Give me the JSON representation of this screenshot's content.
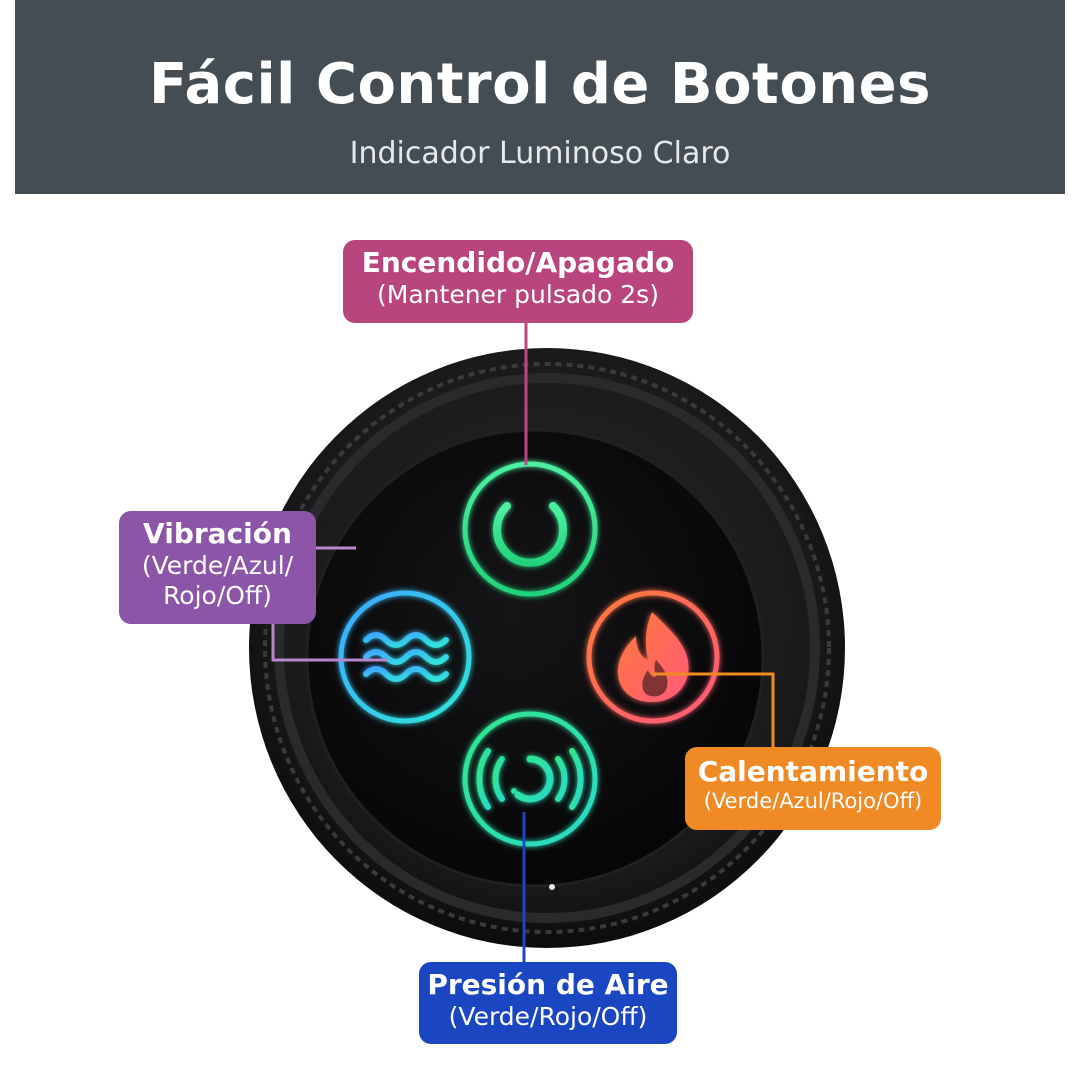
{
  "header": {
    "title": "Fácil Control de Botones",
    "subtitle": "Indicador Luminoso Claro"
  },
  "labels": {
    "power": {
      "title": "Encendido/Apagado",
      "detail": "(Mantener pulsado 2s)"
    },
    "vibration": {
      "title": "Vibración",
      "detail_line1": "(Verde/Azul/",
      "detail_line2": "Rojo/Off)"
    },
    "heating": {
      "title": "Calentamiento",
      "detail": "(Verde/Azul/Rojo/Off)"
    },
    "air_pressure": {
      "title": "Presión de Aire",
      "detail": "(Verde/Rojo/Off)"
    }
  },
  "buttons": [
    {
      "name": "power",
      "icon": "power-icon",
      "color": "#2fe08a"
    },
    {
      "name": "vibration",
      "icon": "waves-icon",
      "color": "#2fb6f0"
    },
    {
      "name": "heating",
      "icon": "flame-icon",
      "color": "#ff6a5e"
    },
    {
      "name": "air_pressure",
      "icon": "air-pressure-icon",
      "color": "#2fe0a6"
    }
  ],
  "colors": {
    "header_bg": "#434d53",
    "power_label": "#b9457f",
    "vibration_label": "#8c55a8",
    "heating_label": "#f08a24",
    "air_label": "#1b46c2"
  }
}
